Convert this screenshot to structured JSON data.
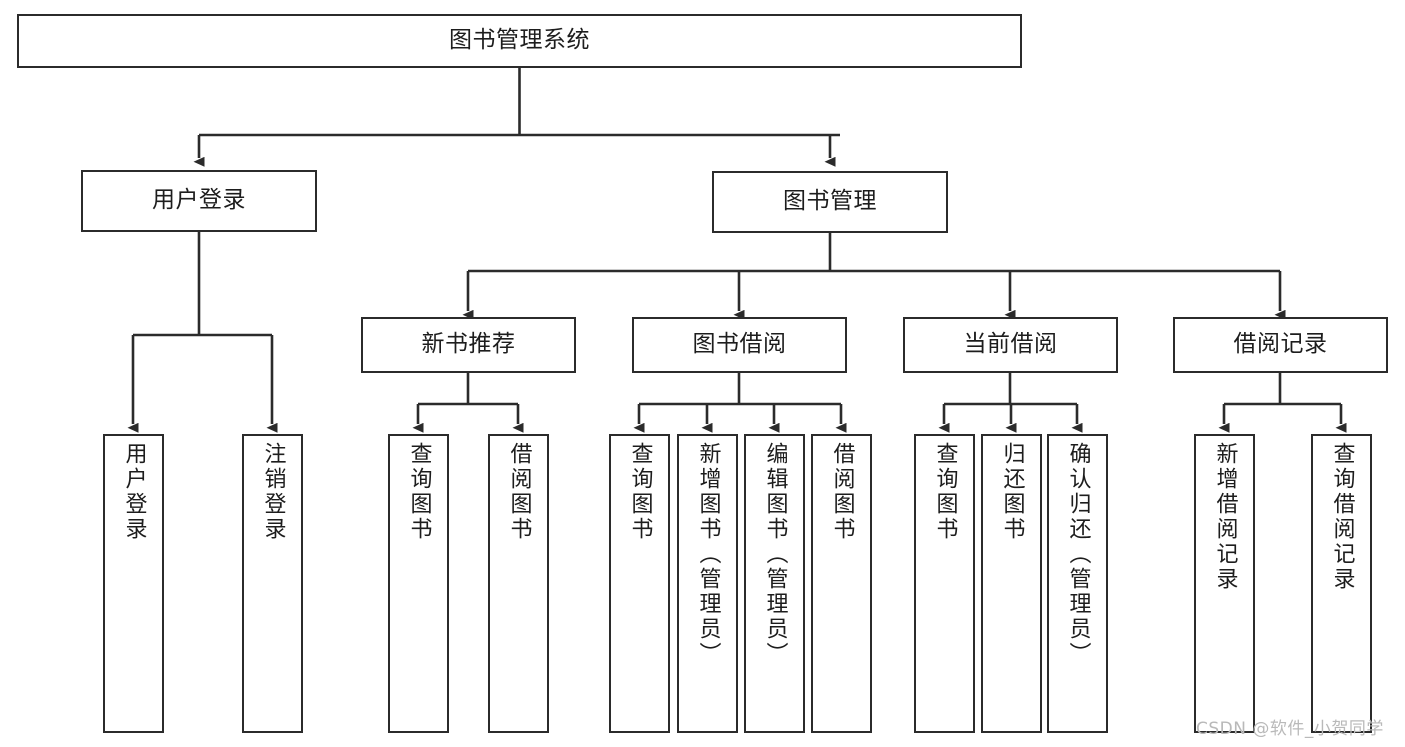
{
  "diagram": {
    "title": "图书管理系统",
    "type": "tree",
    "orientation": "top-down",
    "stroke_color": "#2b2b2b",
    "fill_color": "#ffffff",
    "text_color": "#1d1d1d",
    "root": {
      "label": "图书管理系统"
    },
    "level1": [
      {
        "label": "用户登录"
      },
      {
        "label": "图书管理"
      }
    ],
    "level2": [
      {
        "label": "新书推荐"
      },
      {
        "label": "图书借阅"
      },
      {
        "label": "当前借阅"
      },
      {
        "label": "借阅记录"
      }
    ],
    "leaves": {
      "user_login": [
        {
          "label": "用户登录"
        },
        {
          "label": "注销登录"
        }
      ],
      "new_book": [
        {
          "label": "查询图书"
        },
        {
          "label": "借阅图书"
        }
      ],
      "borrow_book": [
        {
          "label": "查询图书"
        },
        {
          "label": "新增图书（管理员）"
        },
        {
          "label": "编辑图书（管理员）"
        },
        {
          "label": "借阅图书"
        }
      ],
      "current_borrow": [
        {
          "label": "查询图书"
        },
        {
          "label": "归还图书"
        },
        {
          "label": "确认归还（管理员）"
        }
      ],
      "borrow_record": [
        {
          "label": "新增借阅记录"
        },
        {
          "label": "查询借阅记录"
        }
      ]
    }
  },
  "watermark": {
    "text": "CSDN @软件_小贺同学",
    "color": "#b9b9b9"
  }
}
